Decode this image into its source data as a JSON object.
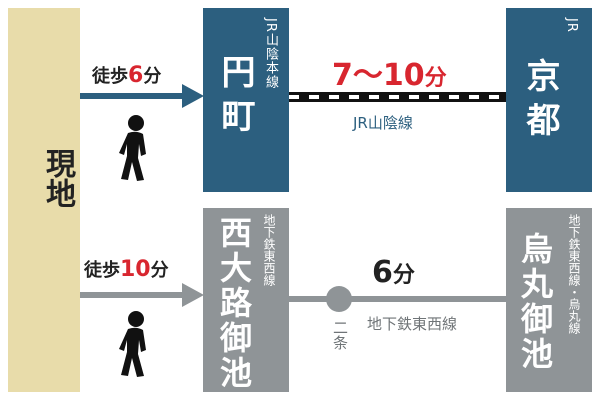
{
  "origin": {
    "label": "現地"
  },
  "route1": {
    "walk": {
      "prefix": "徒歩",
      "number": "6",
      "unit": "分"
    },
    "from": {
      "company": "JR山陰本線",
      "name": "円町"
    },
    "ride": {
      "time_number": "7〜10",
      "time_unit": "分",
      "line_name": "JR山陰線"
    },
    "to": {
      "company": "JR",
      "name": "京都"
    }
  },
  "route2": {
    "walk": {
      "prefix": "徒歩",
      "number": "10",
      "unit": "分"
    },
    "from": {
      "company": "地下鉄東西線",
      "name": "西大路御池"
    },
    "ride": {
      "time_number": "6",
      "time_unit": "分",
      "line_name": "地下鉄東西線",
      "via_stop": "二条"
    },
    "to": {
      "company": "地下鉄東西線・烏丸線",
      "name": "烏丸御池"
    }
  },
  "colors": {
    "accent_red": "#d8262f",
    "jr_blue": "#2c5f7f",
    "subway_gray": "#8f9497",
    "origin_beige": "#e8dcaa"
  },
  "icons": {
    "walker": "walking-person-icon",
    "arrow": "right-arrow-icon"
  }
}
